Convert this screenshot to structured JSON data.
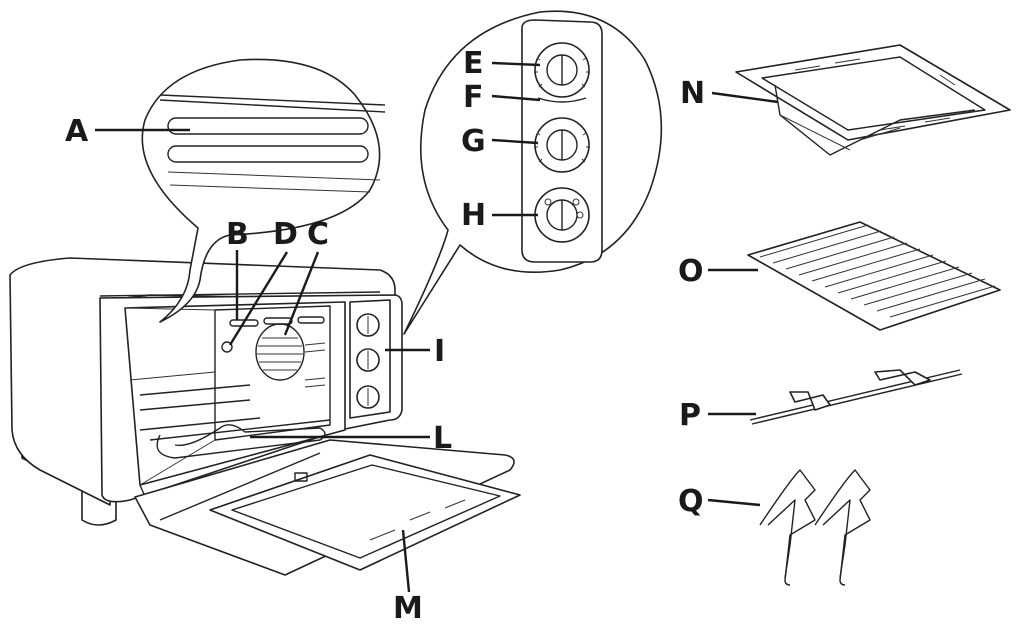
{
  "labels": {
    "A": "A",
    "B": "B",
    "C": "C",
    "D": "D",
    "E": "E",
    "F": "F",
    "G": "G",
    "H": "H",
    "I": "I",
    "L": "L",
    "M": "M",
    "N": "N",
    "O": "O",
    "P": "P",
    "Q": "Q"
  },
  "colors": {
    "line": "#1a1a1a",
    "background": "#ffffff"
  }
}
